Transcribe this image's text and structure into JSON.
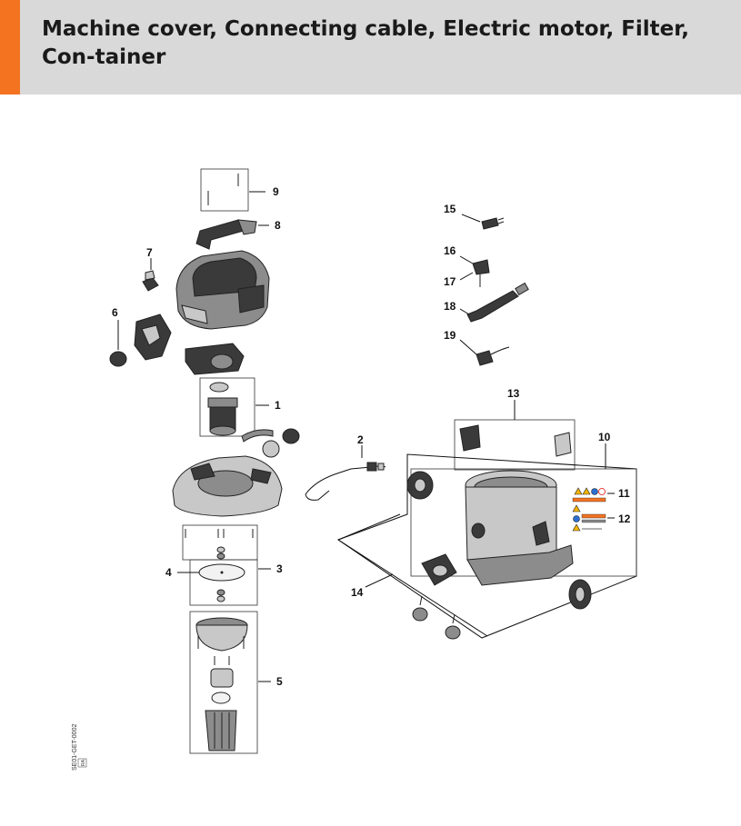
{
  "header": {
    "title": "Machine cover, Connecting cable, Electric motor, Filter, Con-tainer",
    "accent_color": "#f37321",
    "background_color": "#d9d9d9"
  },
  "diagram": {
    "doc_id": "SE01-GET-0002",
    "doc_sub": "RA",
    "callouts": {
      "c1": "1",
      "c2": "2",
      "c3": "3",
      "c4": "4",
      "c5": "5",
      "c6": "6",
      "c7": "7",
      "c8": "8",
      "c9": "9",
      "c10": "10",
      "c11": "11",
      "c12": "12",
      "c13": "13",
      "c14": "14",
      "c15": "15",
      "c16": "16",
      "c17": "17",
      "c18": "18",
      "c19": "19"
    }
  }
}
